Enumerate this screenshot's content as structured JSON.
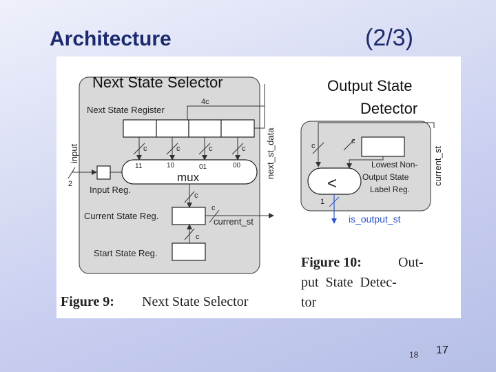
{
  "slide": {
    "title": "Architecture",
    "title_right": "(2/3)",
    "page_number": "18",
    "slide_number": "17"
  },
  "fig9": {
    "heading": "Next State Selector",
    "register_label": "Next State Register",
    "label_4c": "4c",
    "next_st_data": "next_st_data",
    "input_label": "input",
    "input_width": "2",
    "c_labels": [
      "c",
      "c",
      "c",
      "c"
    ],
    "mux_inputs": [
      "11",
      "10",
      "01",
      "00"
    ],
    "mux_label": "mux",
    "input_reg_label": "Input Reg.",
    "c_mux_out": "c",
    "c_current": "c",
    "current_reg_label": "Current State Reg.",
    "current_st": "current_st",
    "c_start": "c",
    "start_reg_label": "Start State Reg.",
    "caption_prefix": "Figure 9:",
    "caption_text": "Next State Selector"
  },
  "fig10": {
    "heading_line1": "Output State",
    "heading_line2": "Detector",
    "c_left": "c",
    "c_reg": "c",
    "current_st": "current_st",
    "comparator": "<",
    "reg_label_1": "Lowest Non-",
    "reg_label_2": "Output State",
    "reg_label_3": "Label Reg.",
    "out_width": "1",
    "output": "is_output_st",
    "caption_line1_prefix": "Figure 10:",
    "caption_line1_text": "Out-",
    "caption_line2": "put  State  Detec-",
    "caption_line3": "tor"
  },
  "colors": {
    "title": "#1c2a6e",
    "output_blue": "#2b54c8",
    "box_fill": "#d9d9d9"
  }
}
